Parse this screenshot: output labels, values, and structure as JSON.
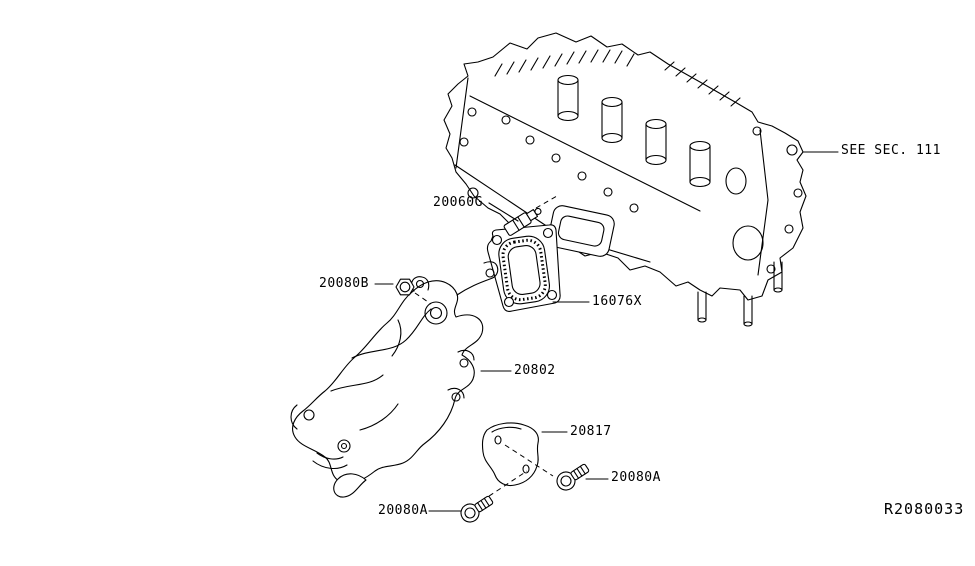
{
  "page": {
    "background_color": "#ffffff",
    "ink_color": "#000000"
  },
  "diagram": {
    "drawing_ref": "R2080033",
    "callouts": [
      {
        "text": "SEE SEC. 111"
      },
      {
        "text": "20060G"
      },
      {
        "text": "20080B"
      },
      {
        "text": "16076X"
      },
      {
        "text": "20802"
      },
      {
        "text": "20817"
      },
      {
        "text": "20080A"
      },
      {
        "text": "20080A"
      }
    ]
  }
}
